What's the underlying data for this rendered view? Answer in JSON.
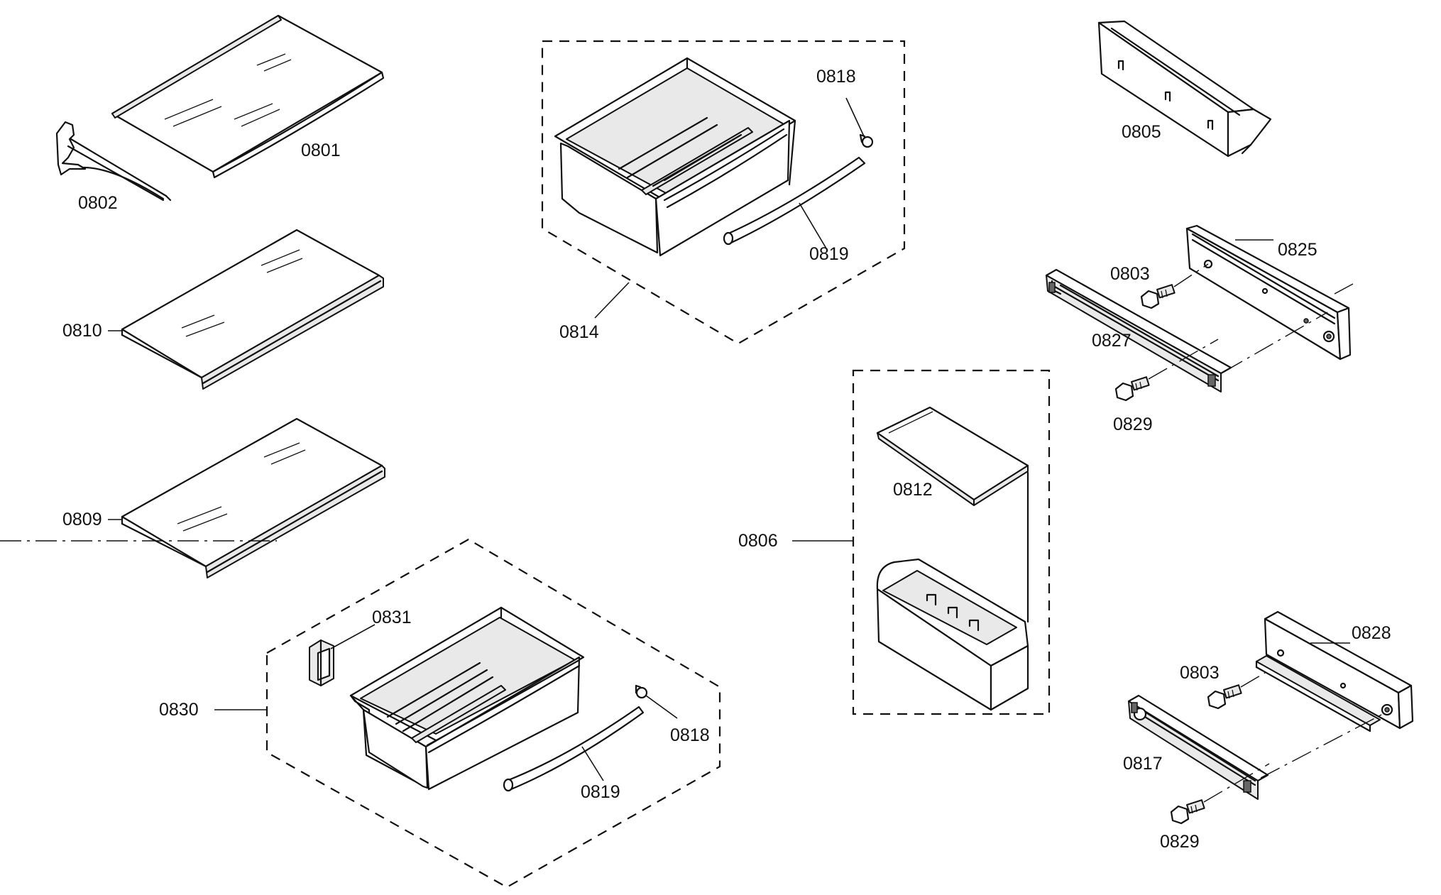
{
  "labels": {
    "l0801": "0801",
    "l0802": "0802",
    "l0810": "0810",
    "l0809": "0809",
    "l0814": "0814",
    "l0818a": "0818",
    "l0819a": "0819",
    "l0830": "0830",
    "l0831": "0831",
    "l0818b": "0818",
    "l0819b": "0819",
    "l0805": "0805",
    "l0825": "0825",
    "l0803a": "0803",
    "l0827": "0827",
    "l0829a": "0829",
    "l0812": "0812",
    "l0806": "0806",
    "l0828": "0828",
    "l0803b": "0803",
    "l0817": "0817",
    "l0829b": "0829"
  }
}
